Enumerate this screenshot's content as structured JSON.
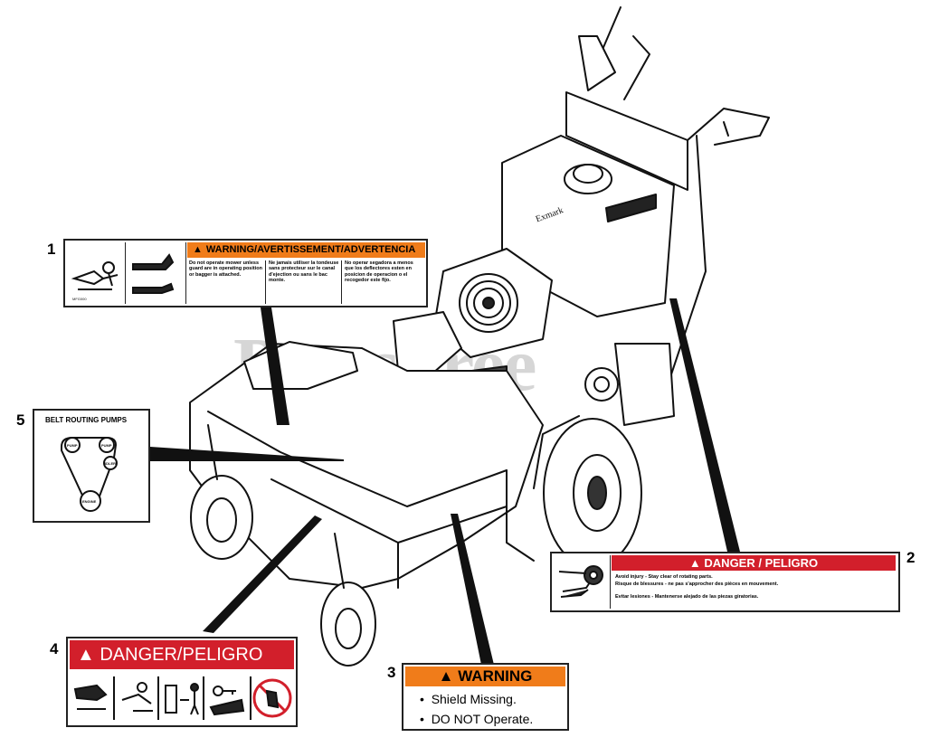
{
  "watermark": "PartsTree",
  "callouts": [
    "1",
    "2",
    "3",
    "4",
    "5"
  ],
  "decal1": {
    "header": "WARNING/AVERTISSEMENT/ADVERTENCIA",
    "col_en": "Do not operate mower unless guard are in operating position or bagger is attached.",
    "col_fr": "Ne jamais utiliser la tondeuse sans protecteur sur le canal d'ejection ou sans le bac monte.",
    "col_es": "No operar segadora a menos que los deflectores esten en posicion de operacion o el recogedor este fijo."
  },
  "decal2": {
    "header": "DANGER / PELIGRO",
    "lines": [
      "Avoid injury - Stay clear of rotating parts.",
      "Risque de blessures - ne pas s'approcher des pièces en mouvement.",
      "Evitar lesiones - Mantenerse alejado de las piezas giratorias."
    ]
  },
  "decal3": {
    "header": "WARNING",
    "lines": [
      "Shield Missing.",
      "DO NOT Operate."
    ]
  },
  "decal4": {
    "header": "DANGER/PELIGRO"
  },
  "decal5": {
    "title": "BELT ROUTING PUMPS",
    "pulleys": [
      "PUMP",
      "PUMP",
      "IDLER",
      "ENGINE"
    ]
  },
  "colors": {
    "orange": "#f07c1a",
    "red": "#d21f2b"
  },
  "icons": [
    "warning-triangle-icon",
    "thrown-object-icon",
    "guard-icon",
    "rotating-parts-hand-icon",
    "blade-foot-icon",
    "hand-blade-icon",
    "distance-icon",
    "key-removal-icon",
    "no-step-icon",
    "belt-diagram-icon"
  ]
}
